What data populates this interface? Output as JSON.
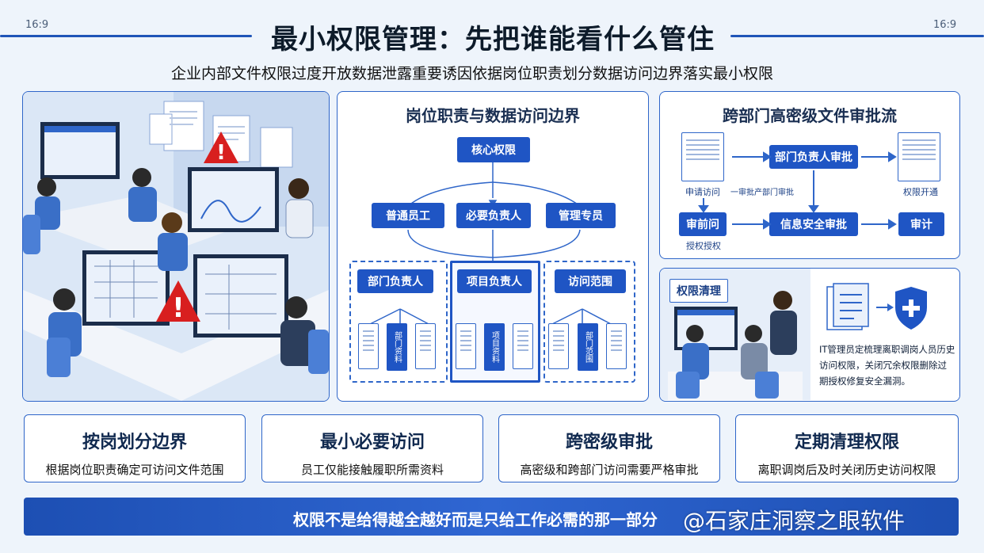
{
  "header": {
    "ratio_left": "16:9",
    "ratio_right": "16:9",
    "title": "最小权限管理：先把谁能看什么管住",
    "subtitle": "企业内部文件权限过度开放数据泄露重要诱因依据岗位职责划分数据访问边界落实最小权限"
  },
  "center_panel": {
    "title": "岗位职责与数据访问边界",
    "root": "核心权限",
    "roles": [
      "普通员工",
      "必要负责人",
      "管理专员"
    ],
    "groups": [
      {
        "label": "部门负责人",
        "doc": "部门资料"
      },
      {
        "label": "项目负责人",
        "doc": "项目资料"
      },
      {
        "label": "访问范围",
        "doc": "部门范围"
      }
    ]
  },
  "approval_panel": {
    "title": "跨部门高密级文件审批流",
    "nodes": {
      "dept_head": "部门负责人审批",
      "apply": "审前问",
      "security": "信息安全审批",
      "audit": "审计"
    },
    "captions": {
      "request": "申请访问",
      "mid": "一审批产部门审批",
      "open": "权限开通",
      "grant": "授权授权"
    }
  },
  "cleanup_panel": {
    "tag": "权限清理",
    "text": "IT管理员定梳理离职调岗人员历史访问权限，关闭冗余权限删除过期授权修复安全漏洞。"
  },
  "cards": [
    {
      "title": "按岗划分边界",
      "desc": "根据岗位职责确定可访问文件范围"
    },
    {
      "title": "最小必要访问",
      "desc": "员工仅能接触履职所需资料"
    },
    {
      "title": "跨密级审批",
      "desc": "高密级和跨部门访问需要严格审批"
    },
    {
      "title": "定期清理权限",
      "desc": "离职调岗后及时关闭历史访问权限"
    }
  ],
  "banner": {
    "text": "权限不是给得越全越好而是只给工作必需的那一部分",
    "watermark": "@石家庄洞察之眼软件"
  },
  "colors": {
    "accent": "#1f55c4",
    "border": "#2f66c9",
    "warning": "#d81f1f"
  }
}
